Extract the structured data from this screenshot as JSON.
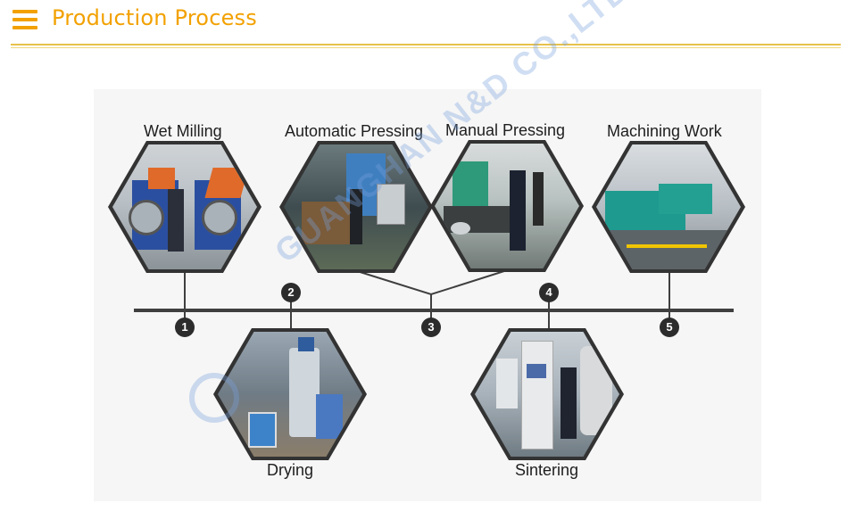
{
  "header": {
    "title": "Production Process",
    "icon": "menu-icon",
    "accent": "#f2a100"
  },
  "watermark": {
    "text": "GUANGHAN N&D CO.,LTD"
  },
  "steps": [
    {
      "number": "1",
      "label": "Wet Milling"
    },
    {
      "number": "2",
      "label": "Drying"
    },
    {
      "number": "3",
      "label": "Automatic Pressing"
    },
    {
      "number": "3",
      "label": "Manual Pressing"
    },
    {
      "number": "4",
      "label": "Sintering"
    },
    {
      "number": "5",
      "label": "Machining Work"
    }
  ]
}
